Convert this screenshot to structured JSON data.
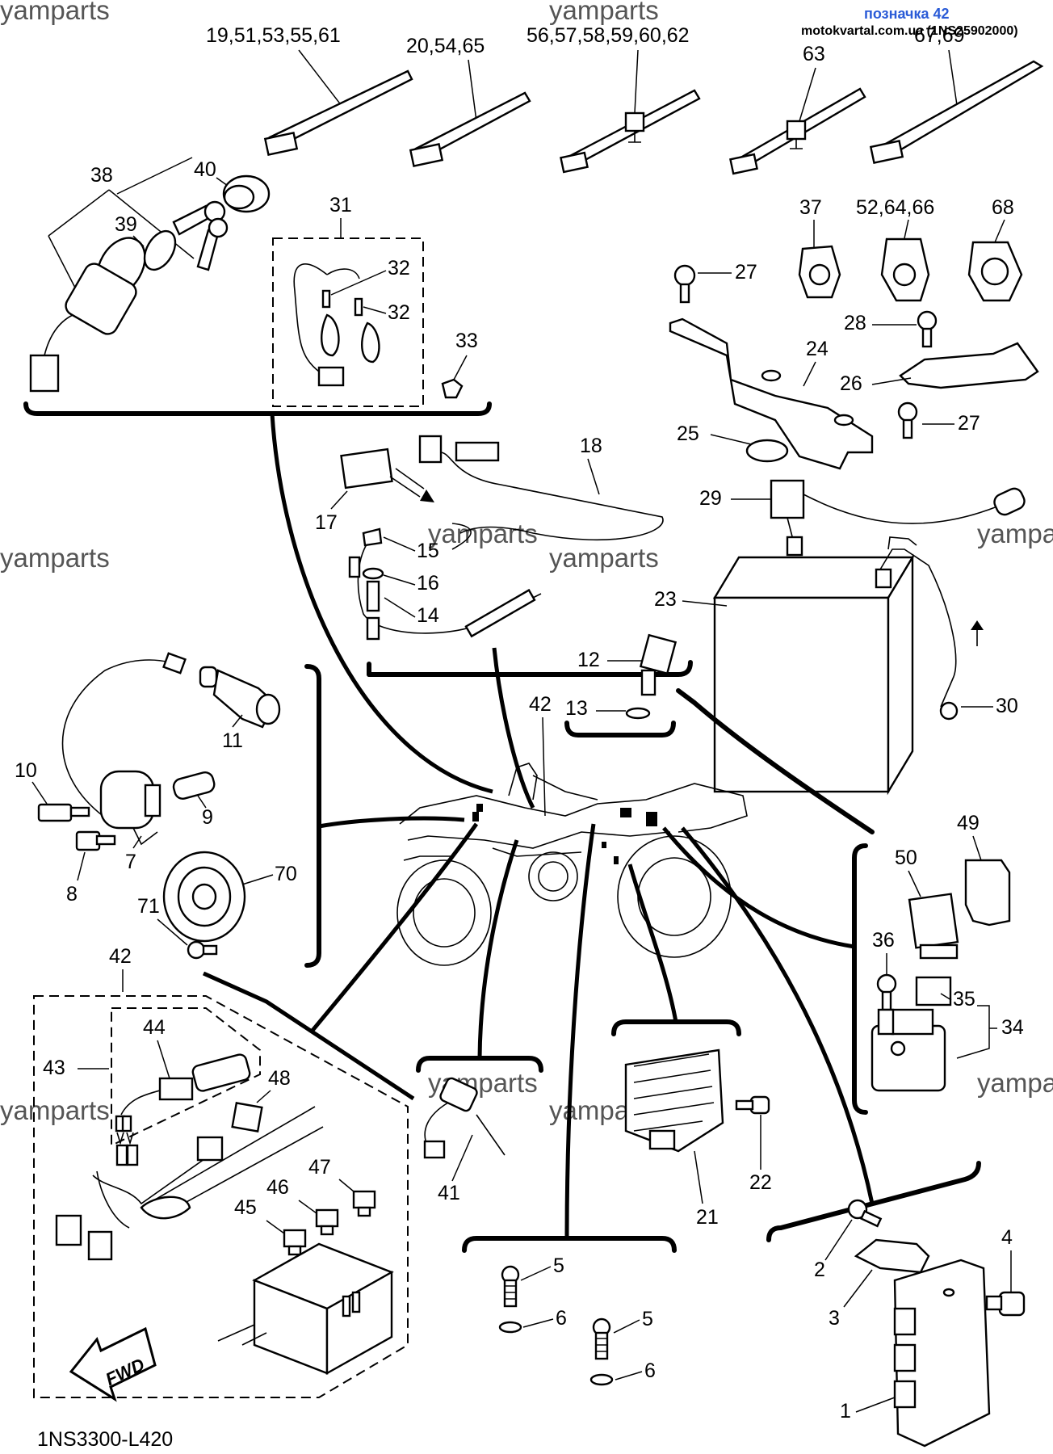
{
  "header": {
    "ref_label": "позначка 42",
    "site": "motokvartal.com.ua (1NS25902000)"
  },
  "watermark": "yamparts",
  "footer": {
    "catalog_code": "1NS3300-L420"
  },
  "fwd_label": "FWD",
  "callouts": {
    "ties_a": "19,51,53,55,61",
    "ties_b": "20,54,65",
    "ties_c": "56,57,58,59,60,62",
    "ties_d": "63",
    "ties_e": "67,69",
    "c1": "1",
    "c2": "2",
    "c3": "3",
    "c4": "4",
    "c5a": "5",
    "c5b": "5",
    "c6a": "6",
    "c6b": "6",
    "c7": "7",
    "c8": "8",
    "c9": "9",
    "c10": "10",
    "c11": "11",
    "c12": "12",
    "c13": "13",
    "c14": "14",
    "c15": "15",
    "c16": "16",
    "c17": "17",
    "c18": "18",
    "c21": "21",
    "c22": "22",
    "c23": "23",
    "c24": "24",
    "c25": "25",
    "c26": "26",
    "c27a": "27",
    "c27b": "27",
    "c28": "28",
    "c29": "29",
    "c30": "30",
    "c31": "31",
    "c32a": "32",
    "c32b": "32",
    "c33": "33",
    "c34": "34",
    "c35": "35",
    "c36": "36",
    "c37": "37",
    "c38": "38",
    "c39": "39",
    "c40": "40",
    "c41": "41",
    "c42a": "42",
    "c42b": "42",
    "c43": "43",
    "c44": "44",
    "c45": "45",
    "c46": "46",
    "c47": "47",
    "c48": "48",
    "c49": "49",
    "c50": "50",
    "clips": "52,64,66",
    "c68": "68",
    "c70": "70",
    "c71": "71"
  }
}
